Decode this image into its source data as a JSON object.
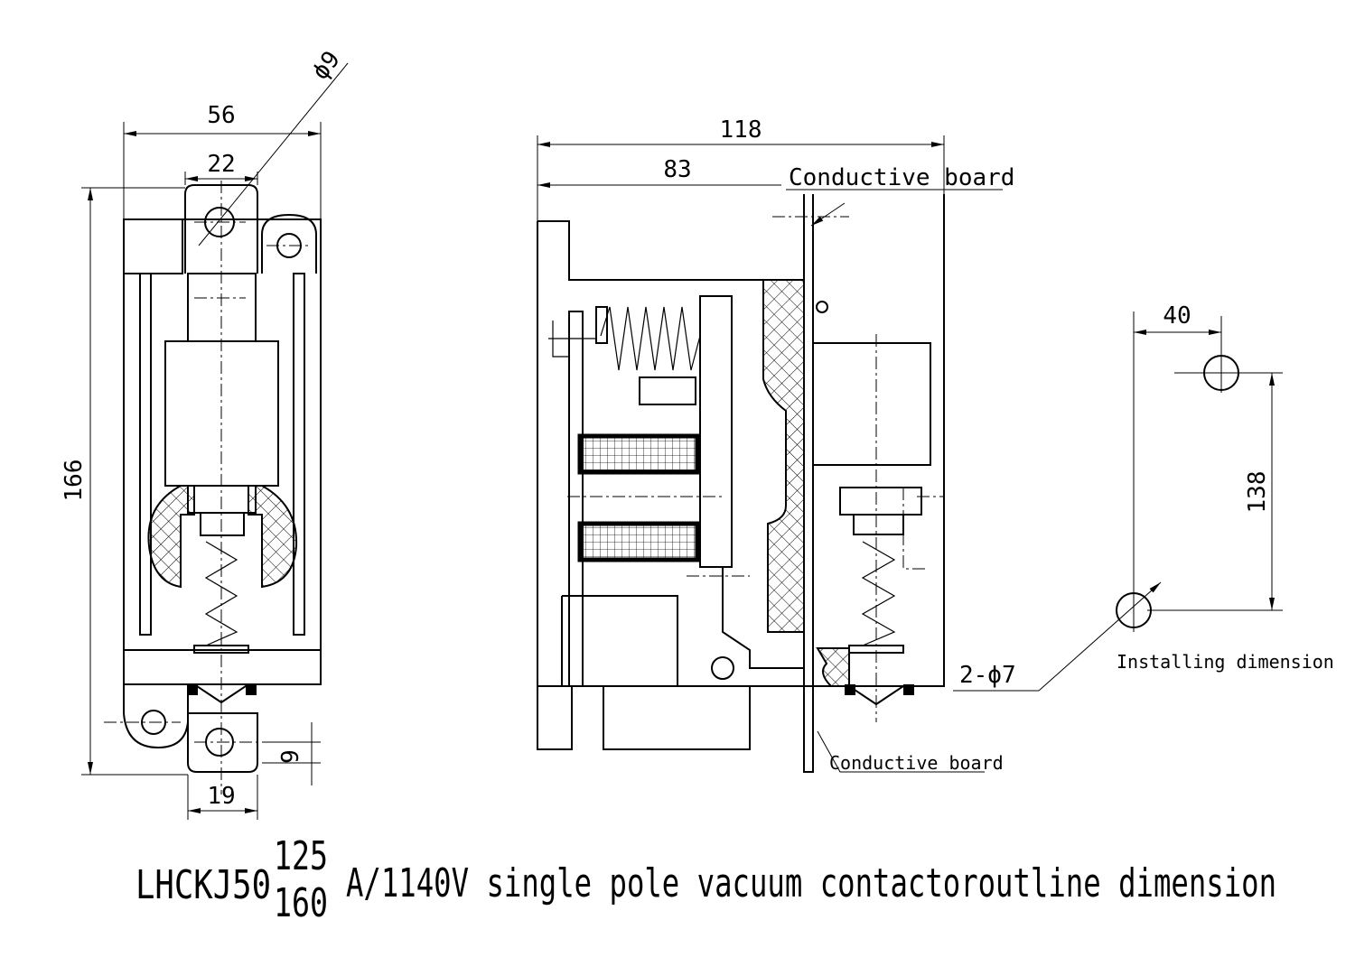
{
  "title": {
    "model": "LHCKJ50",
    "rating_top": "125",
    "rating_bottom": "160",
    "rest": "A/1140V single pole vacuum contactoroutline dimension"
  },
  "front_view": {
    "width": "56",
    "inner_width": "22",
    "hole_dia": "ϕ9",
    "height": "166",
    "terminal_width": "19",
    "terminal_offset": "9"
  },
  "side_view": {
    "depth": "118",
    "board_offset": "83",
    "label_top": "Conductive board",
    "label_bottom": "Conductive board",
    "hole_callout": "2-ϕ7"
  },
  "installing": {
    "horizontal": "40",
    "vertical": "138",
    "label": "Installing dimension"
  }
}
